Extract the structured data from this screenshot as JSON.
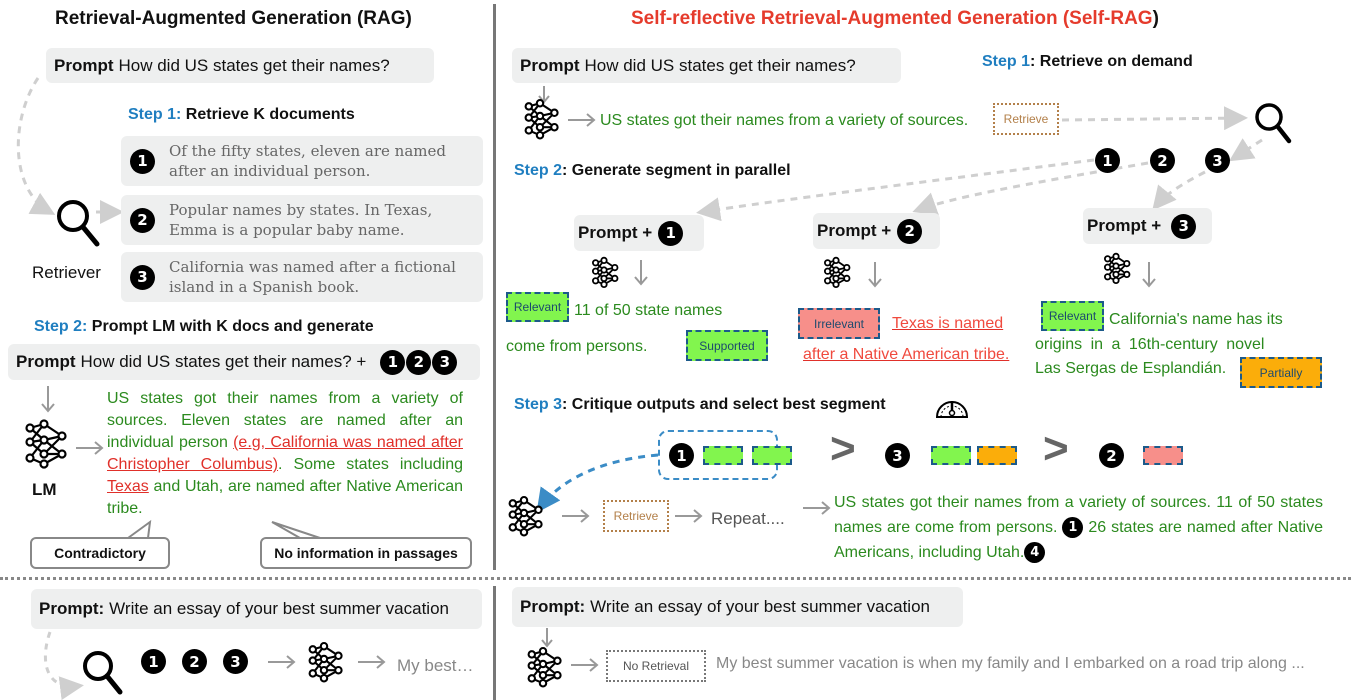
{
  "rag": {
    "title": "Retrieval-Augmented Generation (RAG)",
    "prompt_label": "Prompt",
    "prompt_text": "How did US states get their names?",
    "step1_prefix": "Step 1:",
    "step1_text": "Retrieve K documents",
    "retriever_label": "Retriever",
    "documents": [
      {
        "num": "1",
        "text": "Of the fifty states, eleven are named after an individual person."
      },
      {
        "num": "2",
        "text": "Popular names by states. In Texas, Emma is a popular baby name."
      },
      {
        "num": "3",
        "text": "California was named after a fictional island in a Spanish book."
      }
    ],
    "step2_prefix": "Step 2:",
    "step2_text": "Prompt LM with K docs and generate",
    "prompt2_text": "How did US states get their names? +",
    "prompt2_nums": [
      "1",
      "2",
      "3"
    ],
    "lm_label": "LM",
    "output": {
      "part1": "US states got their names from a variety of sources. Eleven states are named after an individual person ",
      "error1": "(e.g, California was named after Christopher Columbus)",
      "part2": ". Some states including ",
      "error2": "Texas",
      "part3": " and Utah, are named after Native American tribe."
    },
    "callouts": {
      "contradictory": "Contradictory",
      "no_info": "No information in passages"
    },
    "bottom": {
      "prompt_label": "Prompt:",
      "prompt_text": "Write an essay of your best summer vacation",
      "nums": [
        "1",
        "2",
        "3"
      ],
      "output": "My best…"
    }
  },
  "selfrag": {
    "title_part1": "Self-reflective Retrieval-Augmented Generation (",
    "title_part2": "Self-RAG",
    "title_part3": ")",
    "prompt_label": "Prompt",
    "prompt_text": "How did US states get their names?",
    "step1_prefix": "Step 1",
    "step1_text": ": Retrieve on demand",
    "first_output": "US states got their names from a variety of sources.",
    "retrieve_tag": "Retrieve",
    "retrieved_nums": [
      "1",
      "2",
      "3"
    ],
    "step2_prefix": "Step 2",
    "step2_text": ": Generate segment in parallel",
    "branches": [
      {
        "prompt": "Prompt +",
        "num": "1",
        "rel_tag": "Relevant",
        "text_a": "11 of 50 state names",
        "text_b": "come from persons.",
        "sup_tag": "Supported"
      },
      {
        "prompt": "Prompt +",
        "num": "2",
        "rel_tag": "Irrelevant",
        "text_a": "Texas is named",
        "text_b": "after a Native American tribe."
      },
      {
        "prompt": "Prompt +",
        "num": "3",
        "rel_tag": "Relevant",
        "text_a": "California's name has its",
        "text_b": "origins in a 16th-century novel",
        "text_c": "Las Sergas de Esplandián.",
        "sup_tag": "Partially"
      }
    ],
    "step3_prefix": "Step 3",
    "step3_text": ": Critique outputs and select best segment",
    "ranking": {
      "first": "1",
      "second": "3",
      "third": "2",
      "gt": ">"
    },
    "retrieve_tag2": "Retrieve",
    "repeat": "Repeat....",
    "final_output": {
      "part1": "US states got their names from a variety of sources. 11 of 50 states names are come from persons.",
      "num1": "1",
      "part2": "26 states are named after Native Americans, including Utah.",
      "num2": "4"
    },
    "bottom": {
      "prompt_label": "Prompt:",
      "prompt_text": "Write an essay of your best summer vacation",
      "no_retrieval_tag": "No Retrieval",
      "output": "My best summer vacation is when my family and I embarked on a road trip along ..."
    }
  },
  "colors": {
    "step_blue": "#1f7ec0",
    "selfrag_red": "#e53b2c",
    "output_green": "#2b8a1e",
    "error_red": "#e0302a",
    "tag_green": "#82f54e",
    "tag_red": "#f78f8a",
    "tag_orange": "#fbad0a",
    "tag_border": "#1c5a8a",
    "retrieve_brown": "#b3804a"
  },
  "icons": [
    "magnifier-icon",
    "neural-network-icon",
    "gauge-icon",
    "arrow-icon"
  ]
}
